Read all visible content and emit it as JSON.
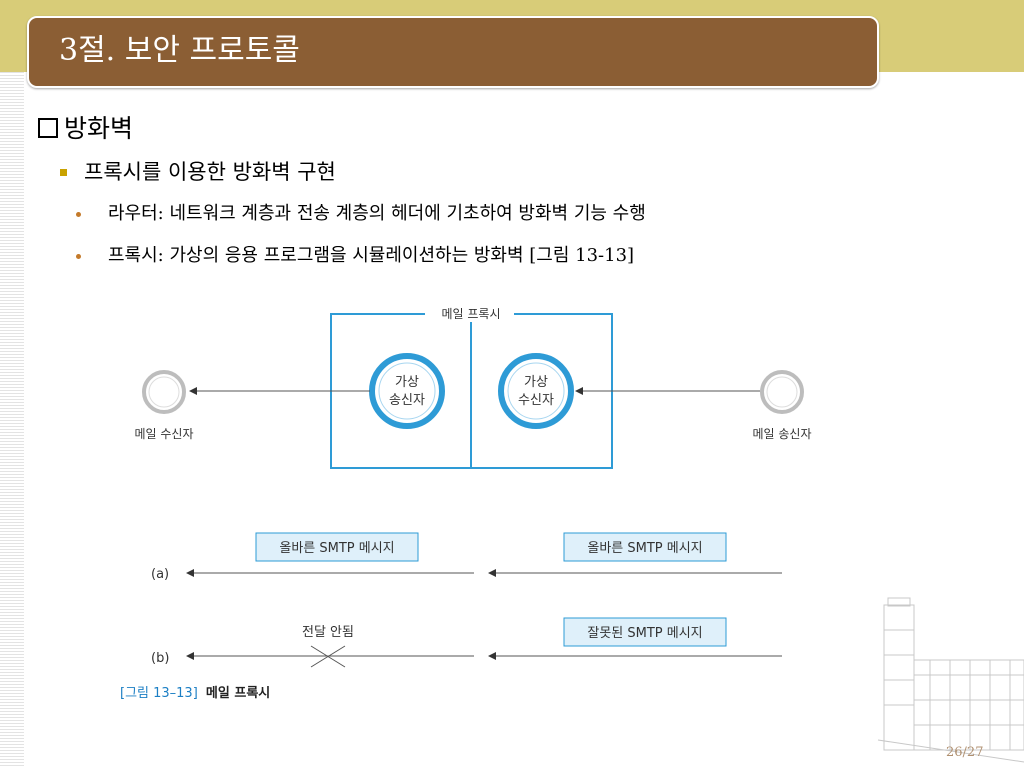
{
  "slide": {
    "title": "3절. 보안 프로토콜",
    "heading": "방화벽",
    "subheading": "프록시를 이용한 방화벽 구현",
    "bullets": [
      "라우터: 네트워크 계층과 전송 계층의 헤더에 기초하여 방화벽 기능 수행",
      "프록시: 가상의 응용 프로그램을 시뮬레이션하는 방화벽 [그림 13-13]"
    ],
    "page_number": "26/27"
  },
  "figure": {
    "proxy_label": "메일 프록시",
    "virtual_sender": [
      "가상",
      "송신자"
    ],
    "virtual_receiver": [
      "가상",
      "수신자"
    ],
    "mail_receiver": "메일 수신자",
    "mail_sender": "메일 송신자",
    "row_a_label": "(a)",
    "row_b_label": "(b)",
    "correct_msg": "올바른 SMTP 메시지",
    "wrong_msg": "잘못된 SMTP 메시지",
    "not_delivered": "전달 안됨",
    "caption_ref": "[그림 13–13]",
    "caption_text": "메일 프록시"
  },
  "colors": {
    "title_bg": "#8b5e34",
    "top_band": "#d8cc78",
    "diagram_blue": "#2e9bd6",
    "label_box_fill": "#dff0fa",
    "caption_blue": "#1c7fc4"
  }
}
